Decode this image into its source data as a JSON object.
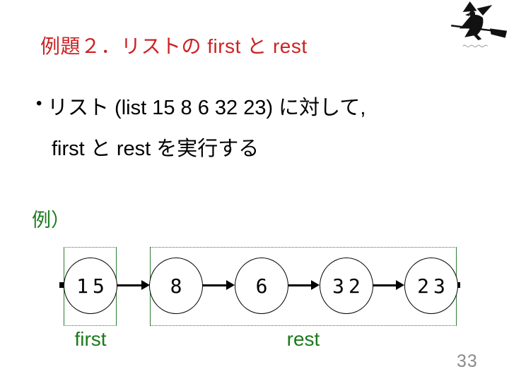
{
  "slide": {
    "title": "例題２．リストの first と rest",
    "bullet": {
      "glyph": "•",
      "line1": "リスト (list 15 8 6 32 23) に対して,",
      "line2": "first と rest を実行する"
    },
    "example_label": "例）",
    "page_number": "33"
  },
  "diagram": {
    "nodes": [
      {
        "value": "15"
      },
      {
        "value": "8"
      },
      {
        "value": "6"
      },
      {
        "value": "32"
      },
      {
        "value": "23"
      }
    ],
    "first_label": "first",
    "rest_label": "rest"
  },
  "icons": {
    "witch": "witch-on-broom-icon"
  },
  "colors": {
    "title_red": "#cc2222",
    "text_green": "#1a7a1a",
    "box_border_green": "#2f7d32",
    "page_number_gray": "#8a8a8a"
  }
}
